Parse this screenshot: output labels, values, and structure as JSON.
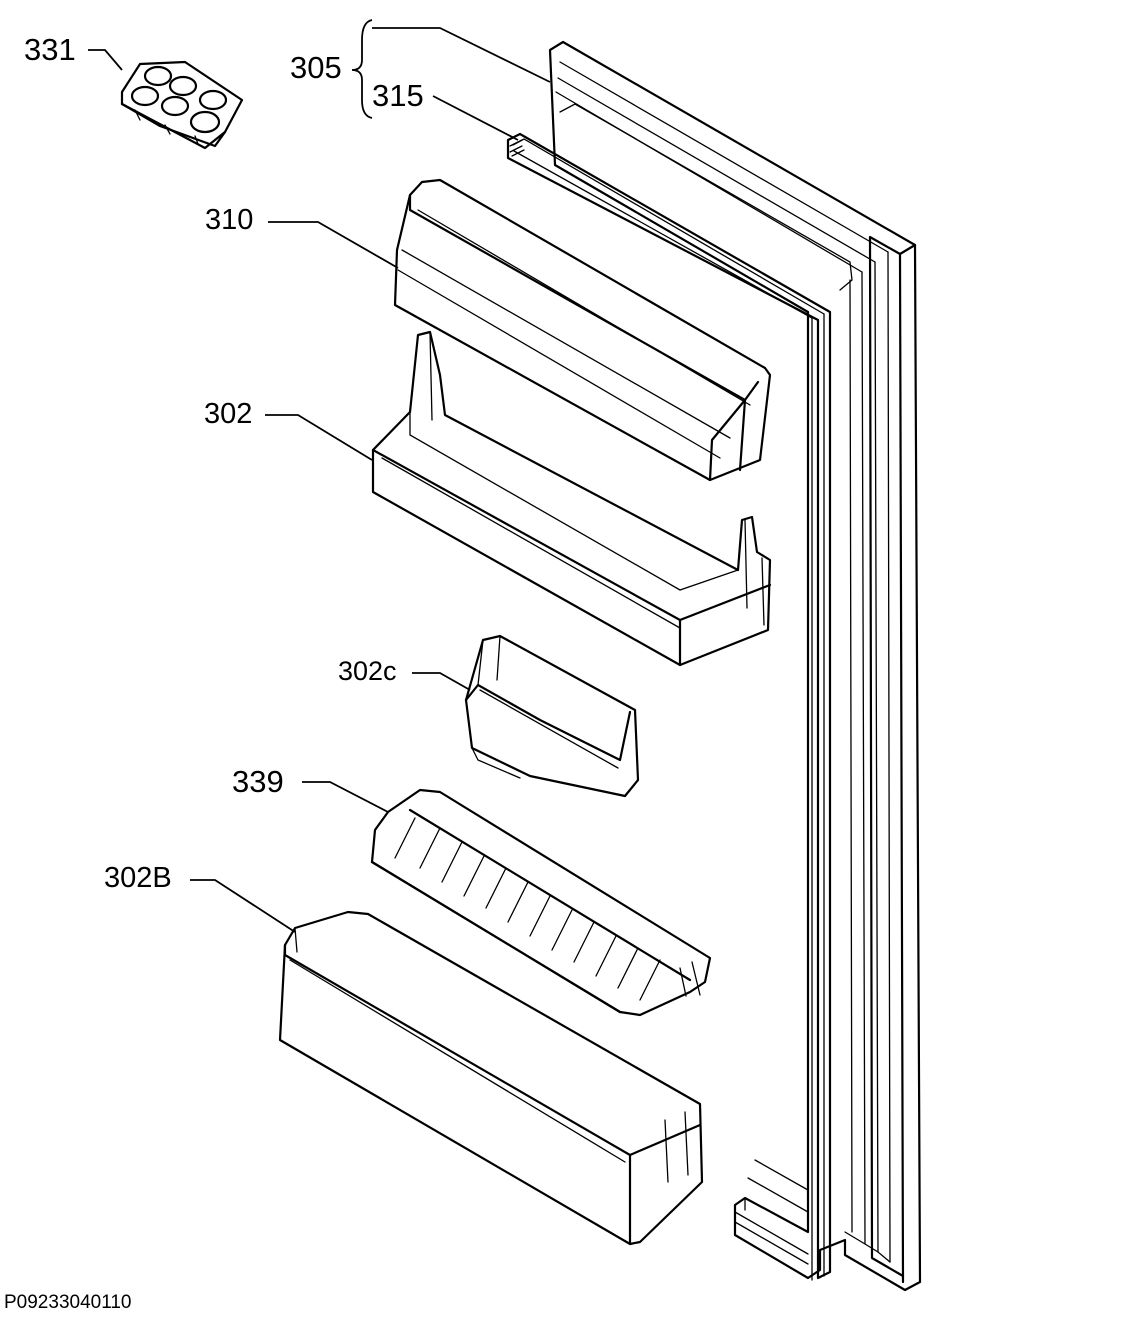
{
  "labels": {
    "p331": "331",
    "p305": "305",
    "p315": "315",
    "p310": "310",
    "p302": "302",
    "p302c": "302c",
    "p339": "339",
    "p302b": "302B"
  },
  "drawing_code": "P09233040110"
}
